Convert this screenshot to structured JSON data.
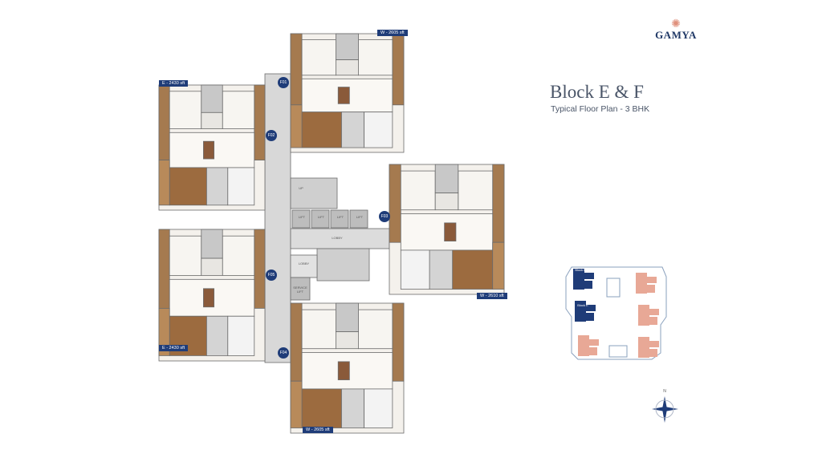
{
  "brand": {
    "logo_text": "GAMYA"
  },
  "heading": {
    "title": "Block E & F",
    "subtitle": "Typical Floor Plan - 3 BHK"
  },
  "units": [
    {
      "id": "F01",
      "area_tag": "W - 2605 sft"
    },
    {
      "id": "F02",
      "area_tag": "E - 2430 sft"
    },
    {
      "id": "F03",
      "area_tag": "W - 2610 sft"
    },
    {
      "id": "F04",
      "area_tag": "W - 2605 sft"
    },
    {
      "id": "F05",
      "area_tag": "E - 2430 sft"
    }
  ],
  "core": {
    "lift": "LIFT",
    "lobby": "LOBBY",
    "service_lift": "SERVICE LIFT",
    "staircase": "UP"
  },
  "key_plan": {
    "highlight_color": "#1f3c78",
    "other_color": "#e8a896",
    "block_e": "Block E",
    "block_f": "Block F"
  },
  "compass": {
    "north": "N"
  }
}
